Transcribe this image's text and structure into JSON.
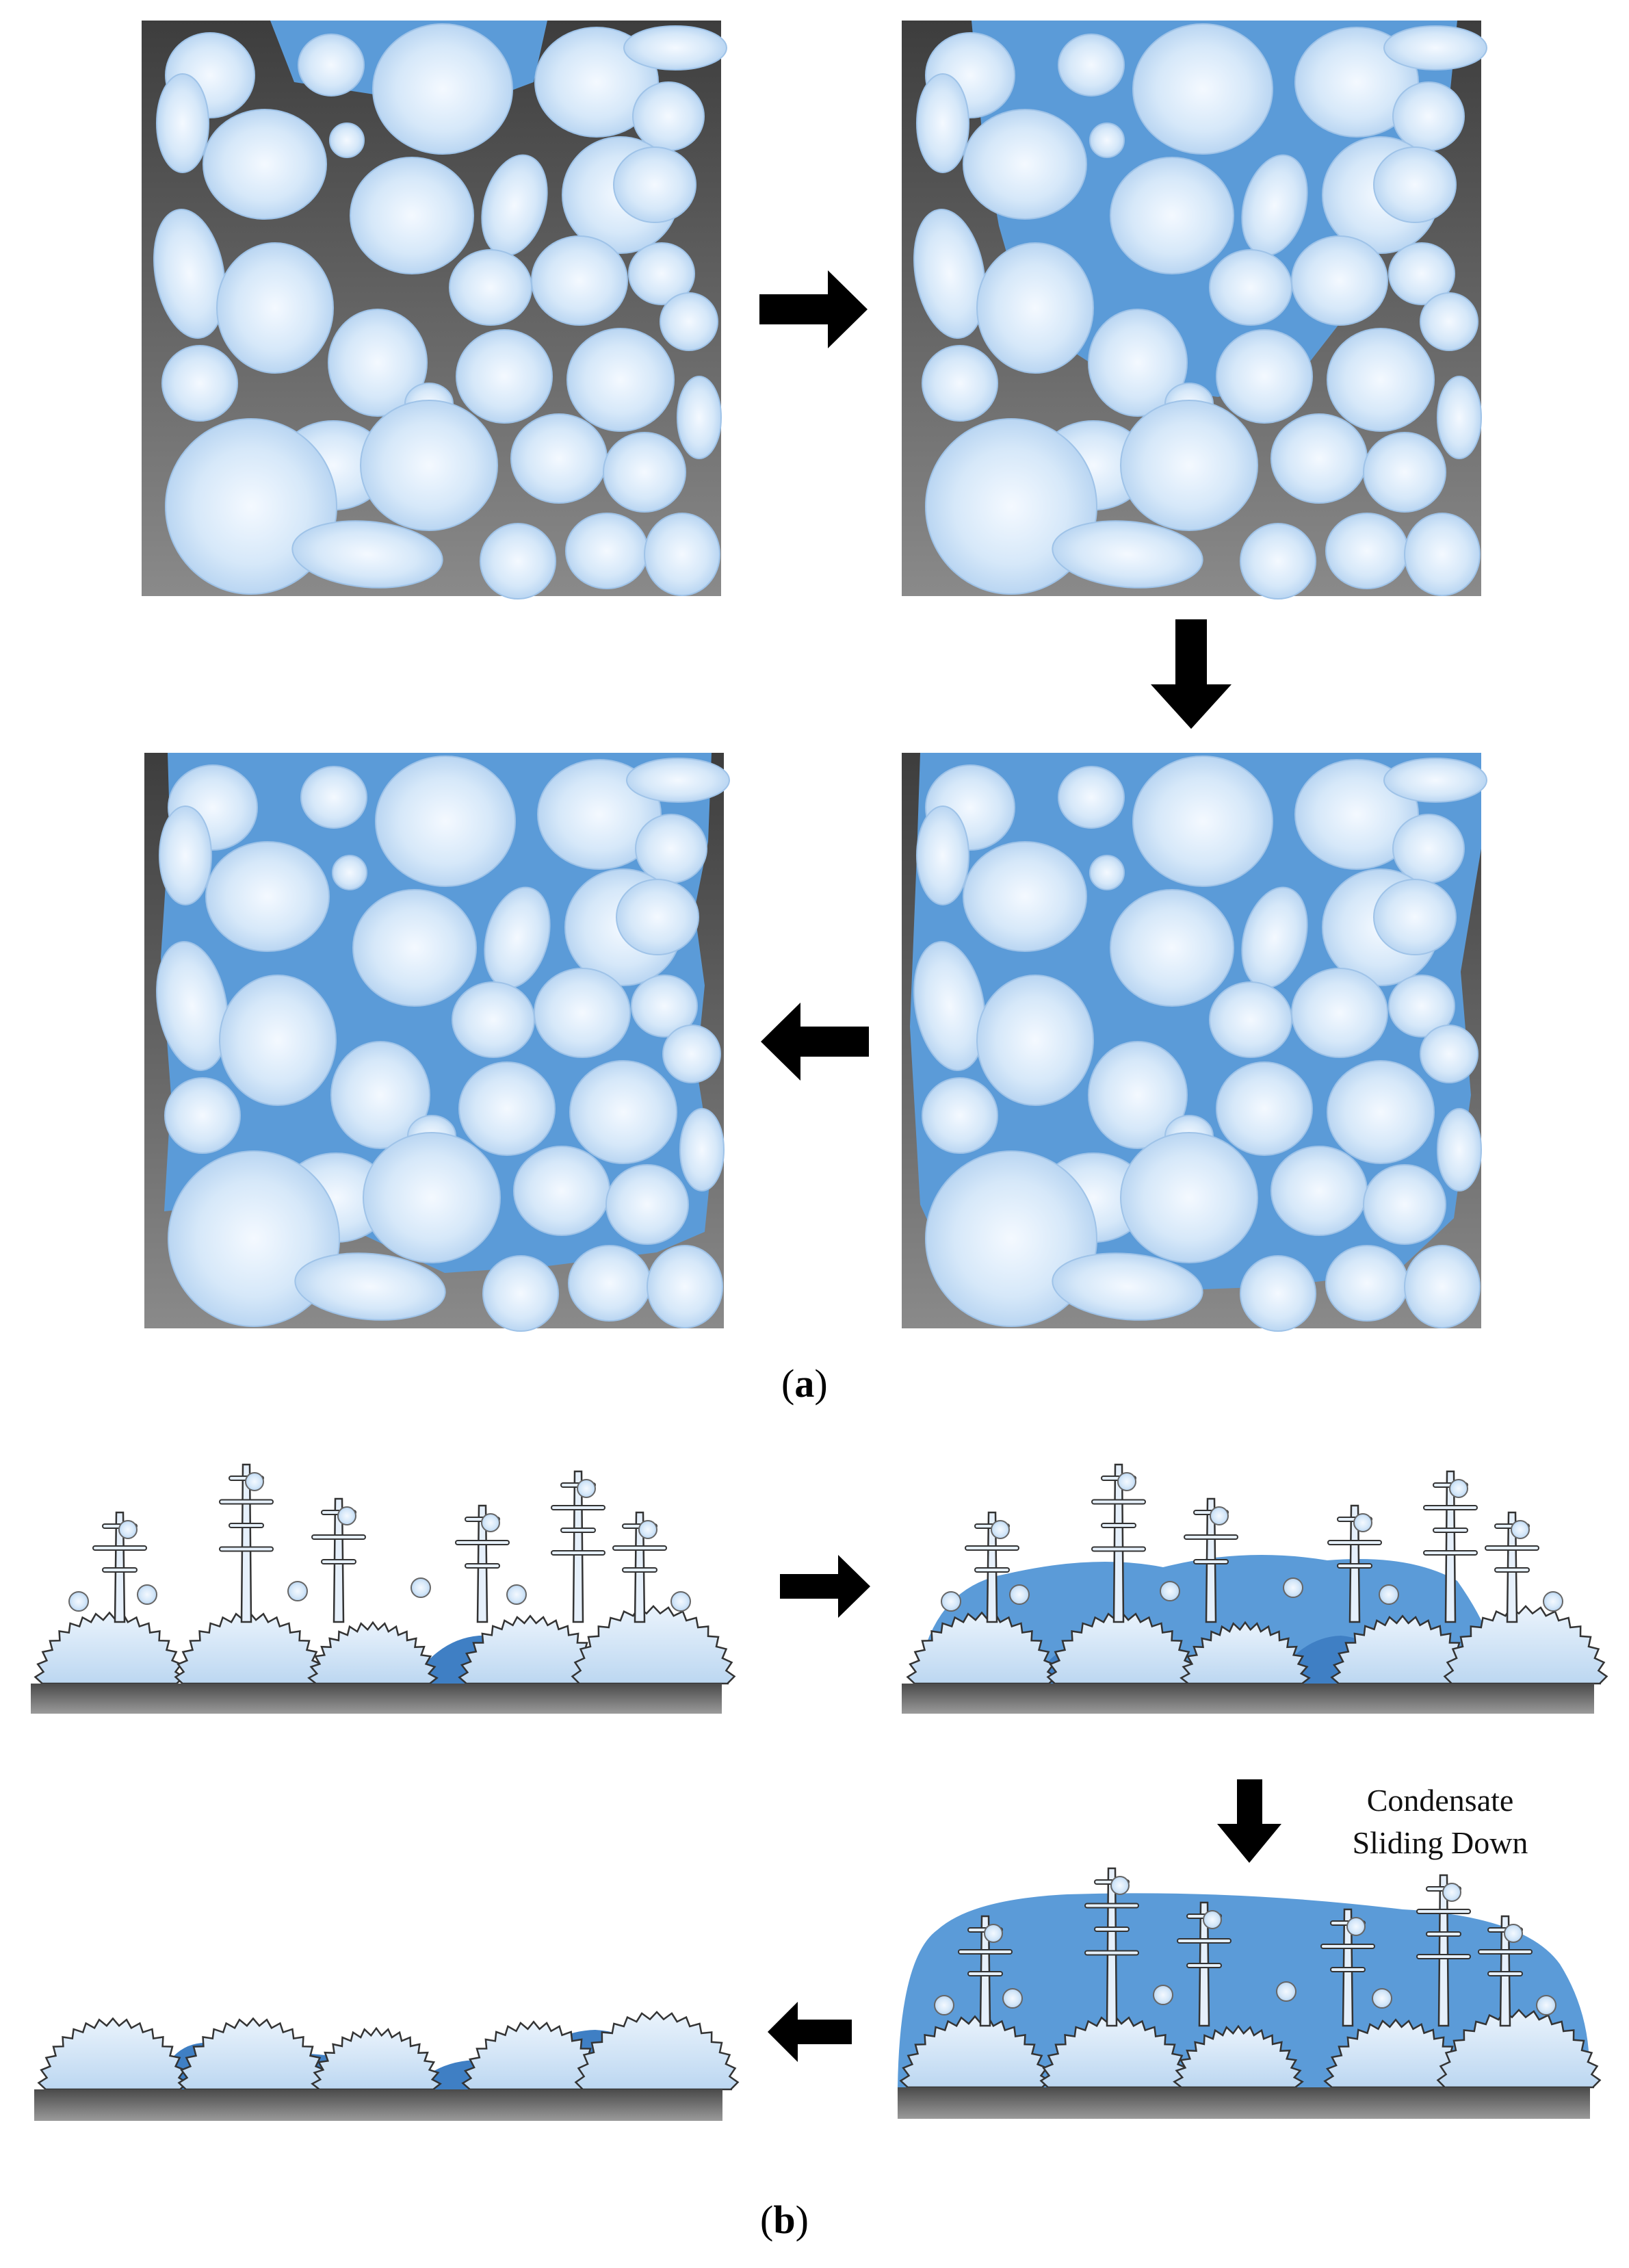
{
  "panels": {
    "a": {
      "open": "(",
      "letter": "a",
      "close": ")"
    },
    "b": {
      "open": "(",
      "letter": "b",
      "close": ")"
    }
  },
  "annotation": {
    "line1": "Condensate",
    "line2": "Sliding Down"
  },
  "colors": {
    "background": "#ffffff",
    "pore_gray_top": "#3d3d3d",
    "pore_gray_bottom": "#8a8a8a",
    "water_blue": "#5b9bd8",
    "water_blue_dark": "#3f7fc4",
    "grain_light": "#f4f9ff",
    "grain_mid": "#b9d6f2",
    "arrow": "#000000",
    "substrate_top": "#4a4a4a",
    "substrate_bottom": "#9a9a9a"
  }
}
